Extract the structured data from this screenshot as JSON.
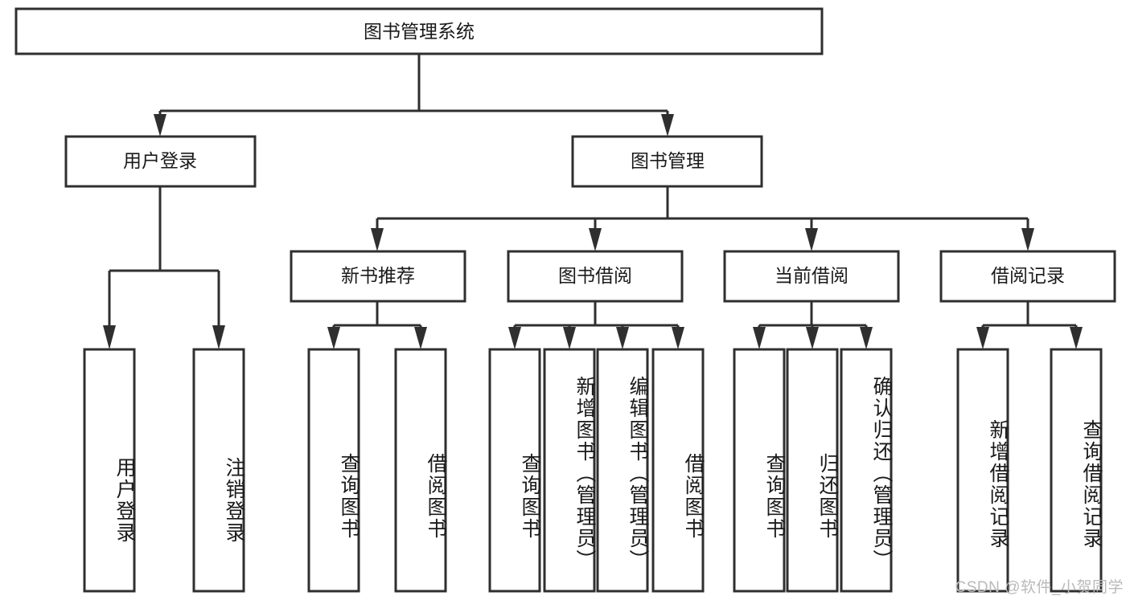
{
  "diagram": {
    "type": "hierarchy-tree",
    "title": "图书管理系统",
    "orientation": "top-down",
    "watermark": "CSDN @软件_小贺同学",
    "levels": [
      {
        "level": 1,
        "nodes": [
          {
            "id": "root",
            "label": "图书管理系统",
            "orientation": "horizontal"
          }
        ]
      },
      {
        "level": 2,
        "nodes": [
          {
            "id": "login",
            "label": "用户登录",
            "orientation": "horizontal",
            "parent": "root"
          },
          {
            "id": "bookmgmt",
            "label": "图书管理",
            "orientation": "horizontal",
            "parent": "root"
          }
        ]
      },
      {
        "level": 3,
        "nodes": [
          {
            "id": "newbook",
            "label": "新书推荐",
            "orientation": "horizontal",
            "parent": "bookmgmt"
          },
          {
            "id": "borrow",
            "label": "图书借阅",
            "orientation": "horizontal",
            "parent": "bookmgmt"
          },
          {
            "id": "current",
            "label": "当前借阅",
            "orientation": "horizontal",
            "parent": "bookmgmt"
          },
          {
            "id": "records",
            "label": "借阅记录",
            "orientation": "horizontal",
            "parent": "bookmgmt"
          }
        ]
      },
      {
        "level": 4,
        "nodes": [
          {
            "id": "leaf-1",
            "label": "用户登录",
            "orientation": "vertical",
            "parent": "login"
          },
          {
            "id": "leaf-2",
            "label": "注销登录",
            "orientation": "vertical",
            "parent": "login"
          },
          {
            "id": "leaf-3",
            "label": "查询图书",
            "orientation": "vertical",
            "parent": "newbook"
          },
          {
            "id": "leaf-4",
            "label": "借阅图书",
            "orientation": "vertical",
            "parent": "newbook"
          },
          {
            "id": "leaf-5",
            "label": "查询图书",
            "orientation": "vertical",
            "parent": "borrow"
          },
          {
            "id": "leaf-6",
            "label": "新增图书（管理员）",
            "orientation": "vertical",
            "parent": "borrow"
          },
          {
            "id": "leaf-7",
            "label": "编辑图书（管理员）",
            "orientation": "vertical",
            "parent": "borrow"
          },
          {
            "id": "leaf-8",
            "label": "借阅图书",
            "orientation": "vertical",
            "parent": "borrow"
          },
          {
            "id": "leaf-9",
            "label": "查询图书",
            "orientation": "vertical",
            "parent": "current"
          },
          {
            "id": "leaf-10",
            "label": "归还图书",
            "orientation": "vertical",
            "parent": "current"
          },
          {
            "id": "leaf-11",
            "label": "确认归还（管理员）",
            "orientation": "vertical",
            "parent": "current"
          },
          {
            "id": "leaf-12",
            "label": "新增借阅记录",
            "orientation": "vertical",
            "parent": "records"
          },
          {
            "id": "leaf-13",
            "label": "查询借阅记录",
            "orientation": "vertical",
            "parent": "records"
          }
        ]
      }
    ],
    "colors": {
      "box_fill": "#ffffff",
      "box_stroke": "#2f2f2f",
      "text": "#1a1a1a",
      "connector": "#2f2f2f",
      "watermark": "#b9b9b9",
      "background": "#ffffff"
    }
  }
}
